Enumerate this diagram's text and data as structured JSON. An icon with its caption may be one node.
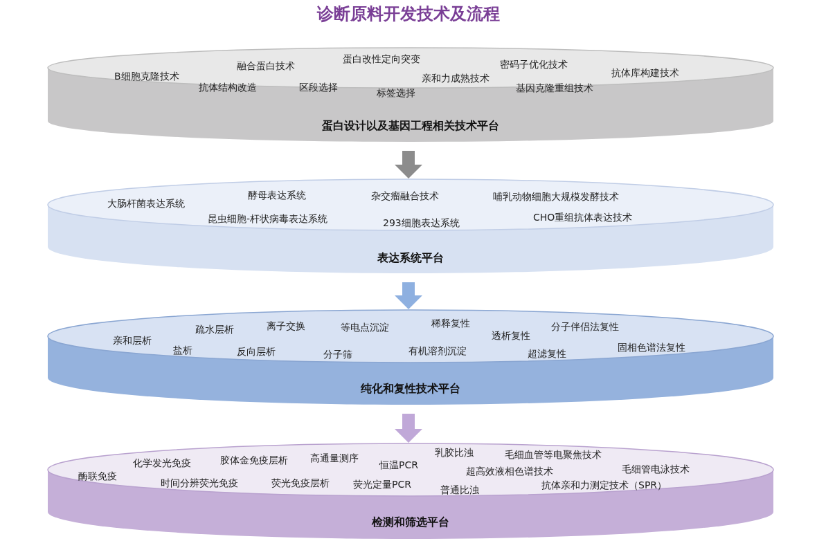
{
  "diagram": {
    "title": "诊断原料开发技术及流程",
    "nodes": [
      {
        "text": [
          "B细胞克隆技术",
          "融合蛋白技术",
          "抗体结构改造",
          "区段选择",
          "蛋白改性定向突变",
          "标签选择",
          "亲和力成熟技术",
          "密码子优化技术",
          "基因克隆重组技术",
          "抗体库构建技术",
          "蛋白设计以及基因工程相关技术平台"
        ]
      },
      {
        "text": [
          "大肠杆菌表达系统",
          "酵母表达系统",
          "昆虫细胞-杆状病毒表达系统",
          "杂交瘤融合技术",
          "293细胞表达系统",
          "哺乳动物细胞大规模发酵技术",
          "CHO重组抗体表达技术",
          "表达系统平台"
        ]
      },
      {
        "text": [
          "亲和层析",
          "疏水层析",
          "盐析",
          "离子交换",
          "反向层析",
          "等电点沉淀",
          "分子筛",
          "稀释复性",
          "有机溶剂沉淀",
          "透析复性",
          "超滤复性",
          "分子伴侣法复性",
          "固相色谱法复性",
          "纯化和复性技术平台"
        ]
      },
      {
        "text": [
          "酶联免疫",
          "化学发光免疫",
          "时间分辨荧光免疫",
          "胶体金免疫层析",
          "荧光免疫层析",
          "高通量测序",
          "恒温PCR",
          "荧光定量PCR",
          "乳胶比浊",
          "普通比浊",
          "毛细血管等电聚焦技术",
          "超高效液相色谱技术",
          "抗体亲和力测定技术（SPR）",
          "毛细管电泳技术",
          "检测和筛选平台"
        ]
      }
    ],
    "edges": [
      {
        "from": 0,
        "to": 1,
        "arrow": "to",
        "color": "#8c8c8c"
      },
      {
        "from": 1,
        "to": 2,
        "arrow": "to",
        "color": "#8eb0e0"
      },
      {
        "from": 2,
        "to": 3,
        "arrow": "to",
        "color": "#c0a8d8"
      }
    ]
  }
}
